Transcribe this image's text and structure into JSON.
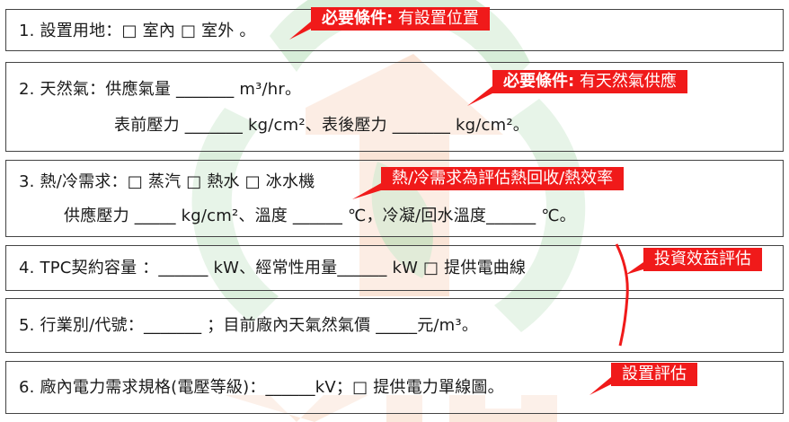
{
  "colors": {
    "callout": "#f01a1a",
    "border": "#444444",
    "watermark_green": "#7bc47f",
    "watermark_orange": "#f0a878"
  },
  "rows": [
    {
      "lines": [
        "1. 設置用地：□ 室內 □ 室外 。"
      ]
    },
    {
      "lines": [
        "2. 天然氣：供應氣量 _______ m³/hr。",
        "表前壓力 _______ kg/cm²、表後壓力 _______ kg/cm²。"
      ]
    },
    {
      "lines": [
        "3. 熱/冷需求：□ 蒸汽 □ 熱水 □ 冰水機",
        "供應壓力 _____ kg/cm²、溫度 ______ ℃，冷凝/回水溫度______ ℃。"
      ]
    },
    {
      "lines": [
        "4. TPC契約容量 ：______ kW、經常性用量______ kW □ 提供電曲線"
      ]
    },
    {
      "lines": [
        "5. 行業別/代號：_______ ；目前廠內天氣然氣價 _____元/m³。"
      ]
    },
    {
      "lines": [
        "6. 廠內電力需求規格(電壓等級)：______kV；□ 提供電力單線圖。"
      ]
    }
  ],
  "callouts": {
    "c1": {
      "bold": "必要條件:",
      "text": " 有設置位置"
    },
    "c2": {
      "bold": "必要條件:",
      "text": " 有天然氣供應"
    },
    "c3": {
      "text": "熱/冷需求為評估熱回收/熱效率"
    },
    "c4": {
      "text": "投資效益評估"
    },
    "c5": {
      "text": "設置評估"
    }
  }
}
